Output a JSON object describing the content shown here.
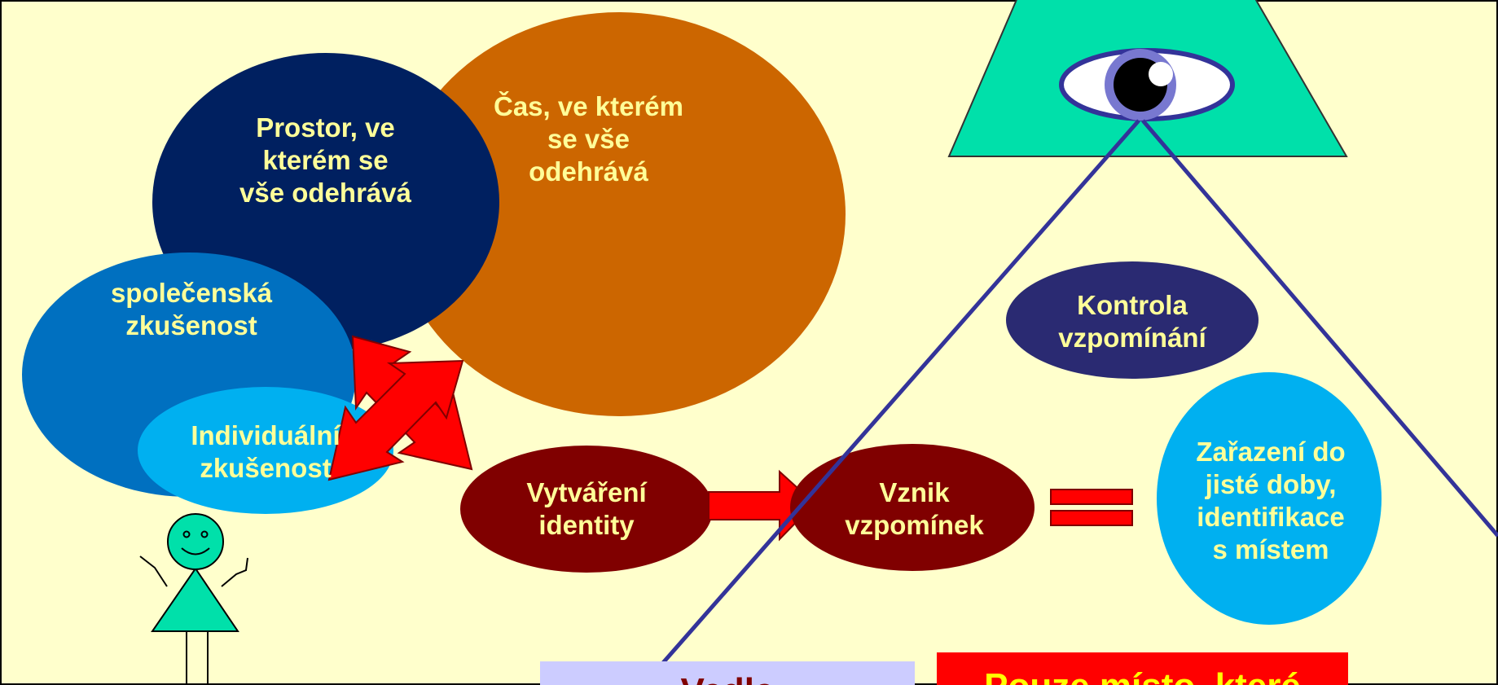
{
  "colors": {
    "background": "#ffffcc",
    "navy": "#002060",
    "orange": "#cc6600",
    "blue": "#0070c0",
    "light_blue": "#00b0f0",
    "dark_red": "#800000",
    "red": "#ff0000",
    "label_yellow": "#ffff99",
    "triangle_green": "#00e0aa",
    "purple_line": "#333399",
    "pill_navy": "#2a2a72",
    "lavender": "#ccccff"
  },
  "nodes": {
    "space": "Prostor, ve\nkterém se\nvše odehrává",
    "time": "Čas, ve kterém\nse vše\nodehrává",
    "social": "společenská\nzkušenost",
    "individual": "Individuální\nzkušenost",
    "identity": "Vytváření\nidentity",
    "memories": "Vznik\nvzpomínek",
    "control": "Kontrola\nvzpomínání",
    "classification": "Zařazení do\njisté doby,\nidentifikace\ns místem"
  },
  "bottom": {
    "left_box": "Vedle",
    "right_box": "Pouze místo, které"
  },
  "icons": {
    "eye": "eye-icon",
    "pyramid": "pyramid-icon",
    "person": "stick-figure-icon",
    "double_arrow": "double-arrow-icon",
    "arrow": "right-arrow-icon",
    "equals": "equals-icon"
  }
}
